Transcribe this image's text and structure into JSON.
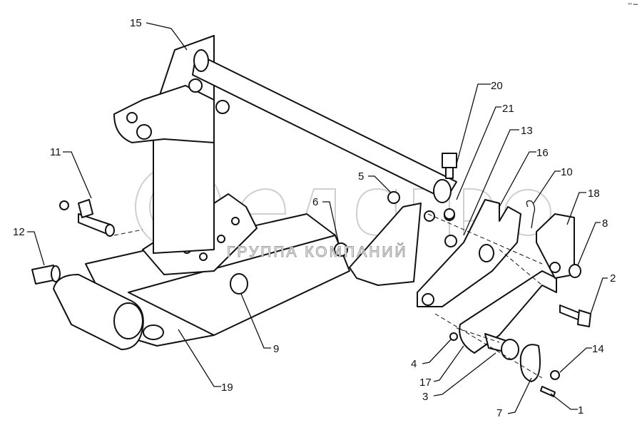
{
  "diagram": {
    "title_mark": "ᵃᵐ ▪▪▪",
    "watermark": {
      "brand": "белагро",
      "subtitle": "ГРУППА КОМПАНИЙ"
    },
    "callouts": [
      "1",
      "2",
      "3",
      "4",
      "5",
      "6",
      "7",
      "8",
      "9",
      "10",
      "11",
      "12",
      "13",
      "14",
      "15",
      "16",
      "17",
      "18",
      "19",
      "20",
      "21"
    ]
  }
}
